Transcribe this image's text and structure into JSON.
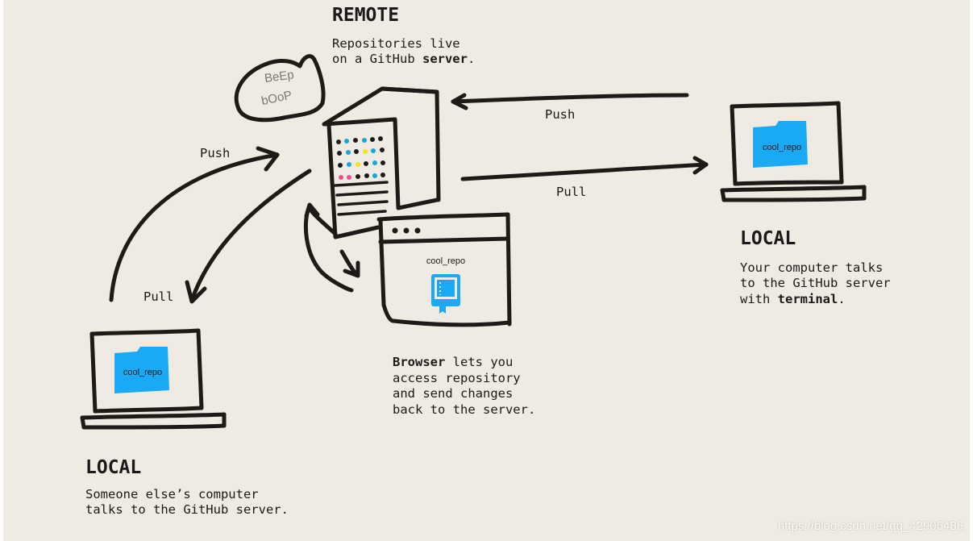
{
  "remote": {
    "heading": "REMOTE",
    "desc_line1": "Repositories live",
    "desc_line2_prefix": "on a GitHub ",
    "desc_line2_bold": "server",
    "desc_line2_suffix": "."
  },
  "server_bubble": {
    "line1": "BeEp",
    "line2": "bOoP"
  },
  "local_right": {
    "heading": "LOCAL",
    "desc_line1": "Your computer talks",
    "desc_line2": "to the GitHub server",
    "desc_line3_prefix": "with ",
    "desc_line3_bold": "terminal",
    "desc_line3_suffix": ".",
    "folder_label": "cool_repo",
    "push_label": "Push",
    "pull_label": "Pull"
  },
  "local_left": {
    "heading": "LOCAL",
    "desc_line1": "Someone else’s computer",
    "desc_line2": "talks to the GitHub server.",
    "folder_label": "cool_repo",
    "push_label": "Push",
    "pull_label": "Pull"
  },
  "browser": {
    "repo_label": "cool_repo",
    "desc_line1_bold": "Browser",
    "desc_line1_rest": " lets you",
    "desc_line2": "access repository",
    "desc_line3": "and send changes",
    "desc_line4": "back to the server."
  },
  "watermark": "https://blog.csdn.net/qq_42906486",
  "colors": {
    "background": "#efebe2",
    "ink": "#1f1a17",
    "folder_blue": "#1aa9f5",
    "led_cyan": "#17a7d8",
    "led_yellow": "#f2e31b",
    "led_pink": "#f0508f"
  }
}
